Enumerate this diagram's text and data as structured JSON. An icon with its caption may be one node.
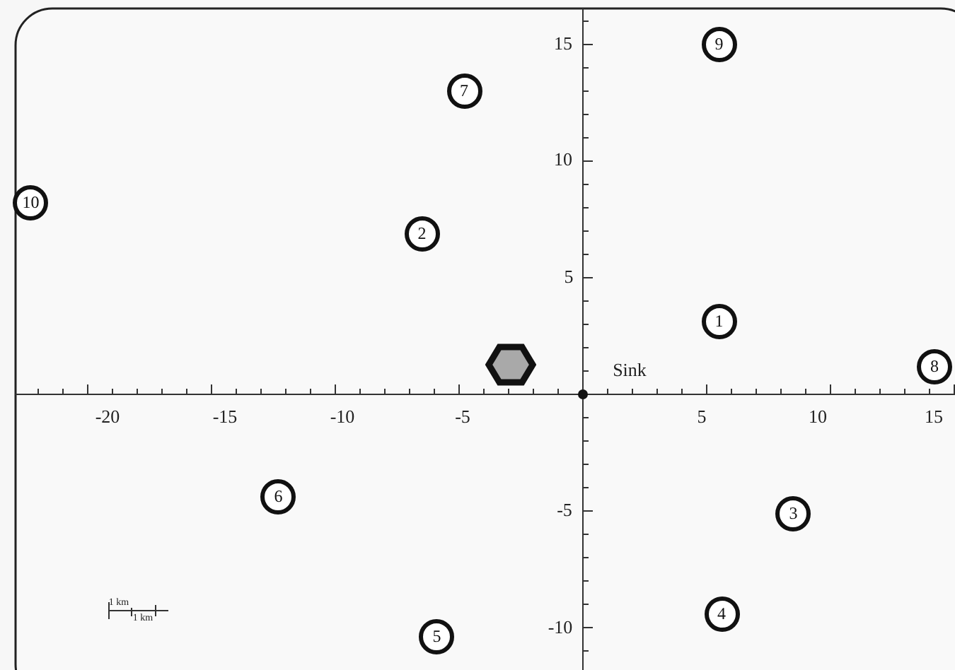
{
  "diagram": {
    "nodes": [
      {
        "text": [
          "1"
        ]
      },
      {
        "text": [
          "2"
        ]
      },
      {
        "text": [
          "3"
        ]
      },
      {
        "text": [
          "4"
        ]
      },
      {
        "text": [
          "5"
        ]
      },
      {
        "text": [
          "6"
        ]
      },
      {
        "text": [
          "7"
        ]
      },
      {
        "text": [
          "8"
        ]
      },
      {
        "text": [
          "9"
        ]
      },
      {
        "text": [
          "10"
        ]
      },
      {
        "text": [],
        "shape": "hexagon"
      }
    ],
    "labels": [
      "15",
      "10",
      "5",
      "Sink",
      "-20",
      "-15",
      "-10",
      "-5",
      "5",
      "10",
      "15",
      "-5",
      "-10",
      "1 km",
      "1 km"
    ]
  }
}
